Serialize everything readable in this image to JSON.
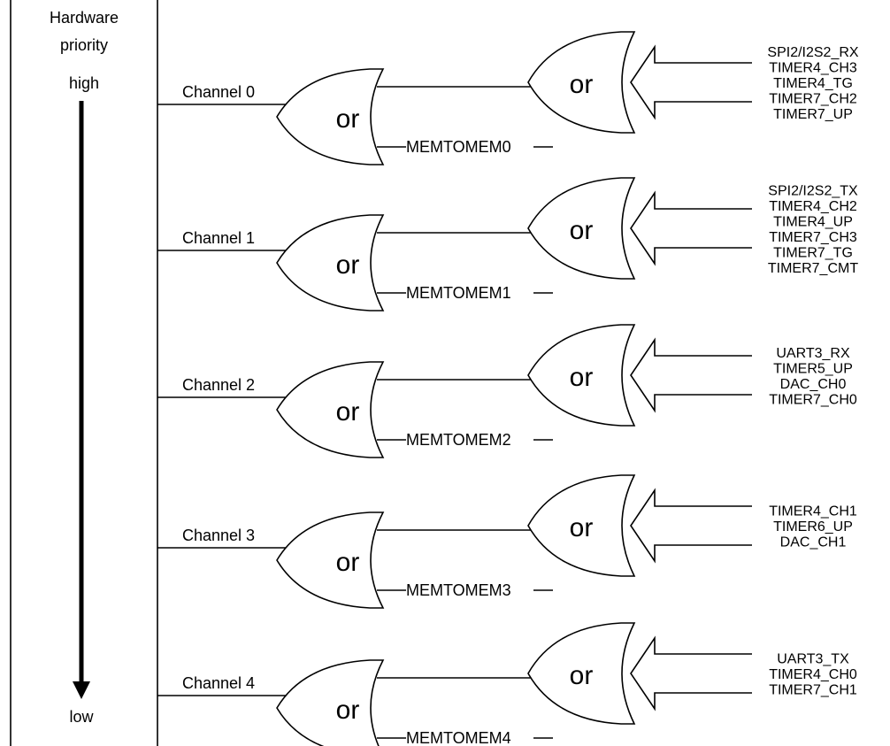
{
  "priority": {
    "title": [
      "Hardware",
      "priority"
    ],
    "high": "high",
    "low": "low"
  },
  "gate_label": "or",
  "channels": [
    {
      "label": "Channel 0",
      "mem": "MEMTOMEM0",
      "sources": [
        "SPI2/I2S2_RX",
        "TIMER4_CH3",
        "TIMER4_TG",
        "TIMER7_CH2",
        "TIMER7_UP"
      ]
    },
    {
      "label": "Channel 1",
      "mem": "MEMTOMEM1",
      "sources": [
        "SPI2/I2S2_TX",
        "TIMER4_CH2",
        "TIMER4_UP",
        "TIMER7_CH3",
        "TIMER7_TG",
        "TIMER7_CMT"
      ]
    },
    {
      "label": "Channel 2",
      "mem": "MEMTOMEM2",
      "sources": [
        "UART3_RX",
        "TIMER5_UP",
        "DAC_CH0",
        "TIMER7_CH0"
      ]
    },
    {
      "label": "Channel 3",
      "mem": "MEMTOMEM3",
      "sources": [
        "TIMER4_CH1",
        "TIMER6_UP",
        "DAC_CH1"
      ]
    },
    {
      "label": "Channel 4",
      "mem": "MEMTOMEM4",
      "sources": [
        "UART3_TX",
        "TIMER4_CH0",
        "TIMER7_CH1"
      ]
    }
  ]
}
